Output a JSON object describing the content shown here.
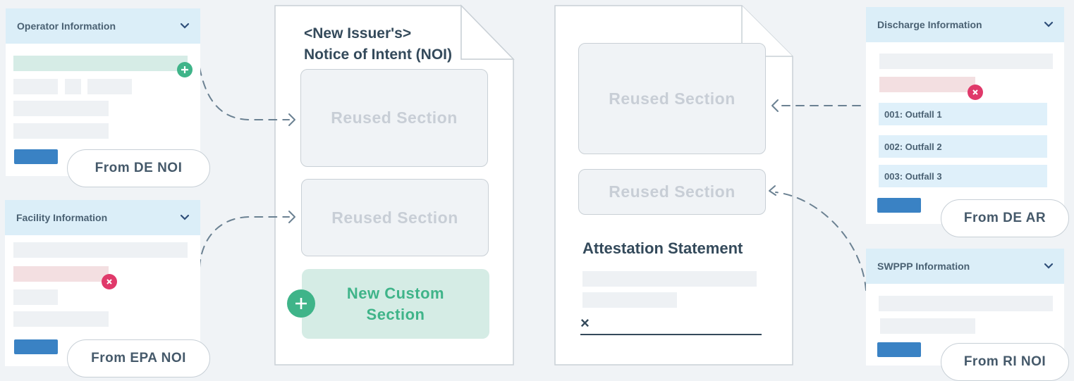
{
  "panels": {
    "operator": {
      "title": "Operator Information",
      "source": "From DE NOI"
    },
    "facility": {
      "title": "Facility Information",
      "source": "From EPA NOI"
    },
    "discharge": {
      "title": "Discharge Information",
      "source": "From DE AR",
      "outfalls": [
        "001: Outfall 1",
        "002: Outfall 2",
        "003: Outfall 3"
      ]
    },
    "swppp": {
      "title": "SWPPP Information",
      "source": "From RI NOI"
    }
  },
  "left_doc": {
    "title_line1": "<New Issuer's>",
    "title_line2": "Notice of Intent (NOI)",
    "reused_1": "Reused Section",
    "reused_2": "Reused Section",
    "custom": "New Custom Section"
  },
  "right_doc": {
    "reused_1": "Reused Section",
    "reused_2": "Reused Section",
    "attestation": "Attestation Statement",
    "sign_mark": "×"
  },
  "colors": {
    "accent_green": "#3fb489",
    "accent_red": "#e0396a",
    "accent_blue": "#3a82c4",
    "panel_header": "#dbeef8",
    "connector": "#6b8192"
  }
}
